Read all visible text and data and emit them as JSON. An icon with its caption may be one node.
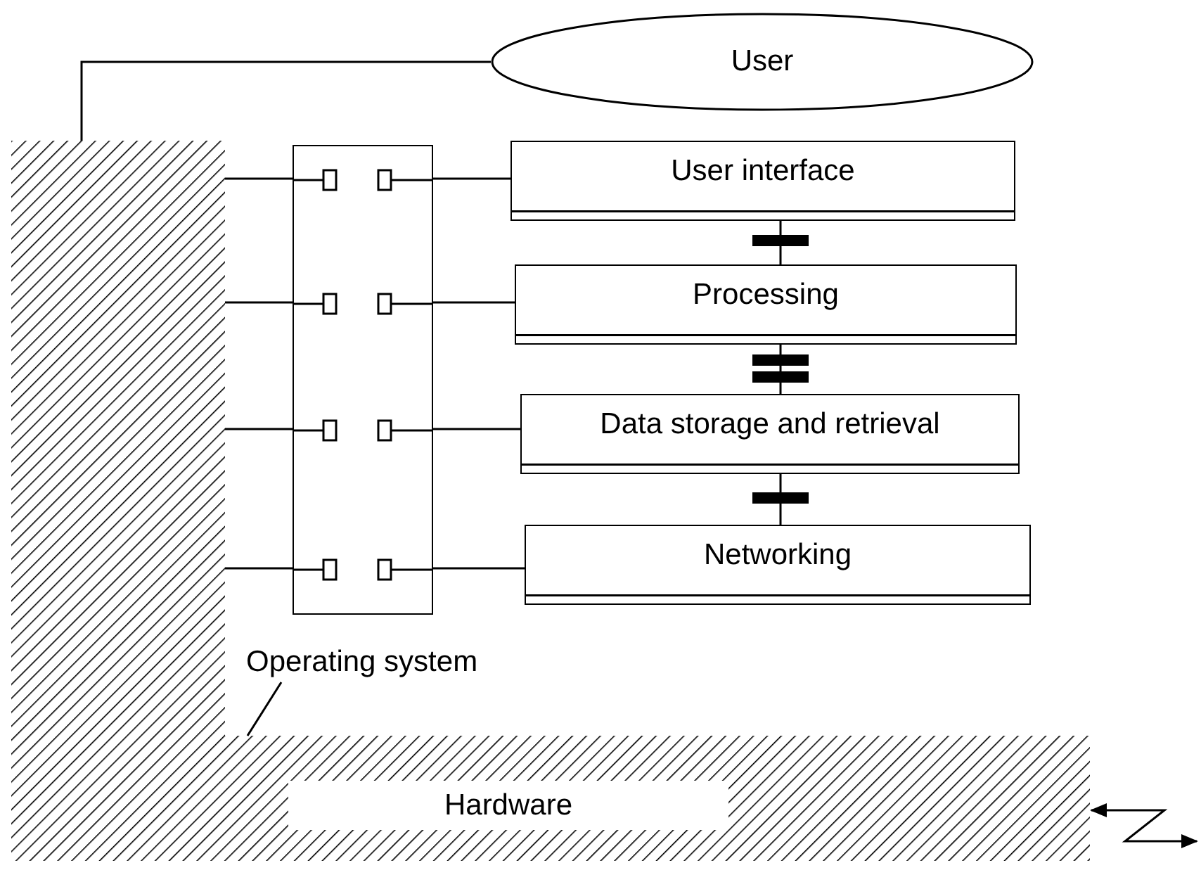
{
  "diagram": {
    "nodes": [
      {
        "text": [
          "User"
        ]
      },
      {
        "text": [
          "Operating system"
        ]
      },
      {
        "text": [
          "Hardware"
        ]
      },
      {
        "text": [],
        "shape": "box"
      },
      {
        "text": [
          "User interface"
        ]
      },
      {
        "text": [
          "Processing"
        ]
      },
      {
        "text": [
          "Data storage and retrieval"
        ]
      },
      {
        "text": [
          "Networking"
        ]
      }
    ],
    "edges": [
      {
        "from": 0,
        "to": 2,
        "arrow": "none"
      },
      {
        "from": 1,
        "to": 2,
        "arrow": "none"
      },
      {
        "from": 2,
        "to": 3,
        "arrow": "none"
      },
      {
        "from": 2,
        "to": 3,
        "arrow": "none"
      },
      {
        "from": 2,
        "to": 3,
        "arrow": "none"
      },
      {
        "from": 2,
        "to": 3,
        "arrow": "none"
      },
      {
        "from": 3,
        "to": 4,
        "arrow": "none"
      },
      {
        "from": 3,
        "to": 5,
        "arrow": "none"
      },
      {
        "from": 3,
        "to": 6,
        "arrow": "none"
      },
      {
        "from": 3,
        "to": 7,
        "arrow": "none"
      },
      {
        "from": 4,
        "to": 5,
        "arrow": "none"
      },
      {
        "from": 5,
        "to": 6,
        "arrow": "none"
      },
      {
        "from": 6,
        "to": 7,
        "arrow": "none"
      },
      {
        "from": 2,
        "to": null,
        "arrow": "both"
      }
    ]
  }
}
